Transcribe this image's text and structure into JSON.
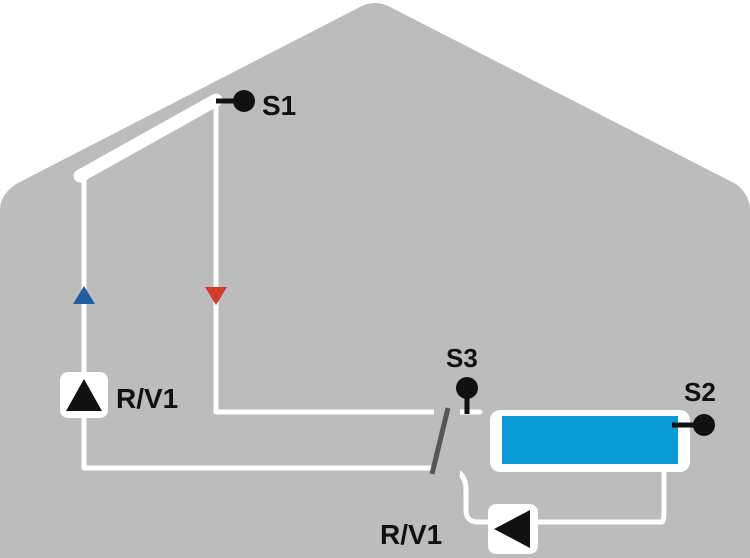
{
  "colors": {
    "house_fill": "#bcbcbc",
    "pipe": "#ffffff",
    "flow_hot_arrow": "#d23a2a",
    "flow_cold_arrow": "#1f5fa0",
    "pool_water": "#0a9ad6",
    "sensor": "#111111",
    "pump_box": "#ffffff",
    "pump_symbol": "#111111"
  },
  "labels": {
    "sensor_s1": "S1",
    "sensor_s2": "S2",
    "sensor_s3": "S3",
    "pump_collector": "R/V1",
    "pump_pool": "R/V1"
  },
  "icons": {
    "collector_pump": "pump-triangle-up-icon",
    "pool_pump": "pump-triangle-left-icon",
    "flow_up": "flow-arrow-up-icon",
    "flow_down": "flow-arrow-down-icon",
    "sensor": "temperature-sensor-icon",
    "heat_exchanger": "heat-exchanger-icon"
  }
}
